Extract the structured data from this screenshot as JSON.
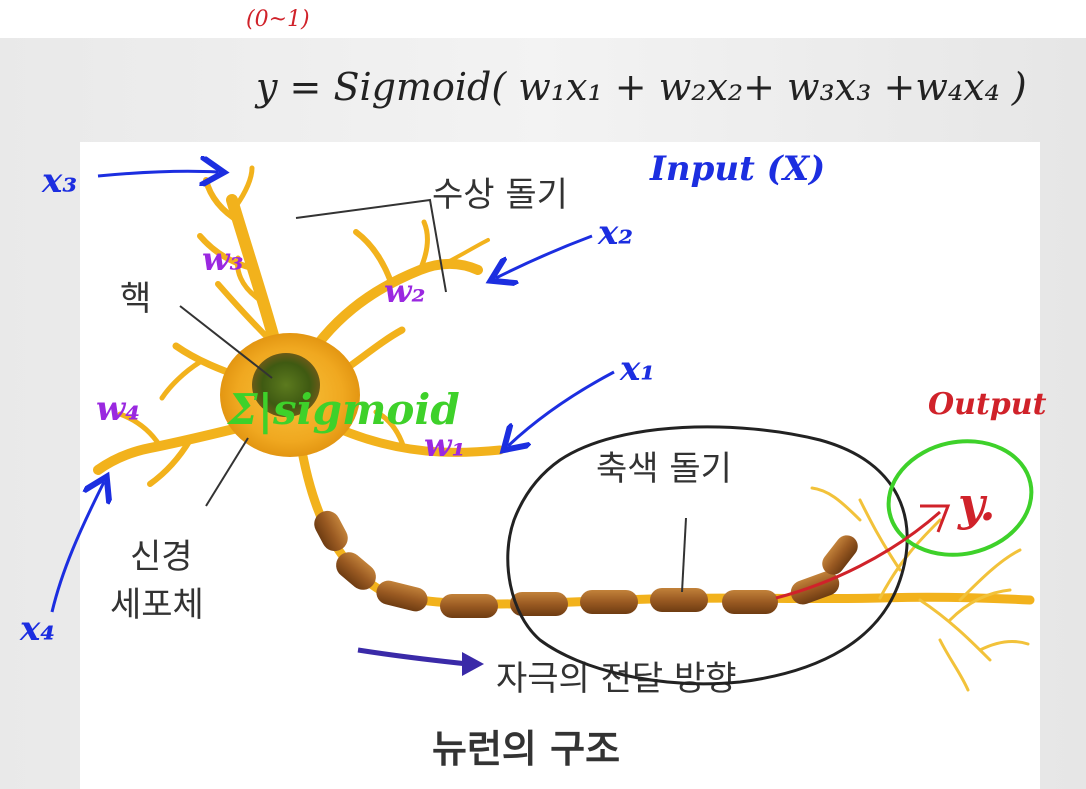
{
  "top_note": "(0~1)",
  "formula": "y = Sigmoid( w₁x₁ + w₂x₂+ w₃x₃ +w₄x₄ )",
  "labels": {
    "dendrite": "수상 돌기",
    "nucleus": "핵",
    "cell_body_line1": "신경",
    "cell_body_line2": "세포체",
    "axon": "축색 돌기",
    "signal_direction": "자극의 전달 방향",
    "caption": "뉴런의 구조"
  },
  "annotations": {
    "input_label": "Input (X)",
    "x1": "x₁",
    "x2": "x₂",
    "x3": "x₃",
    "x4": "x₄",
    "w1": "w₁",
    "w2": "w₂",
    "w3": "w₃",
    "w4": "w₄",
    "sum_sigmoid": "Σ|sigmoid",
    "output_label": "Output",
    "output_y": "y."
  },
  "colors": {
    "blue_ink": "#1c2ee0",
    "purple_ink": "#9a28e0",
    "green_ink": "#3ed12a",
    "red_ink": "#d0222a",
    "black_ink": "#222222",
    "neuron_yellow": "#f4b81e",
    "myelin_brown": "#9a5a22"
  }
}
